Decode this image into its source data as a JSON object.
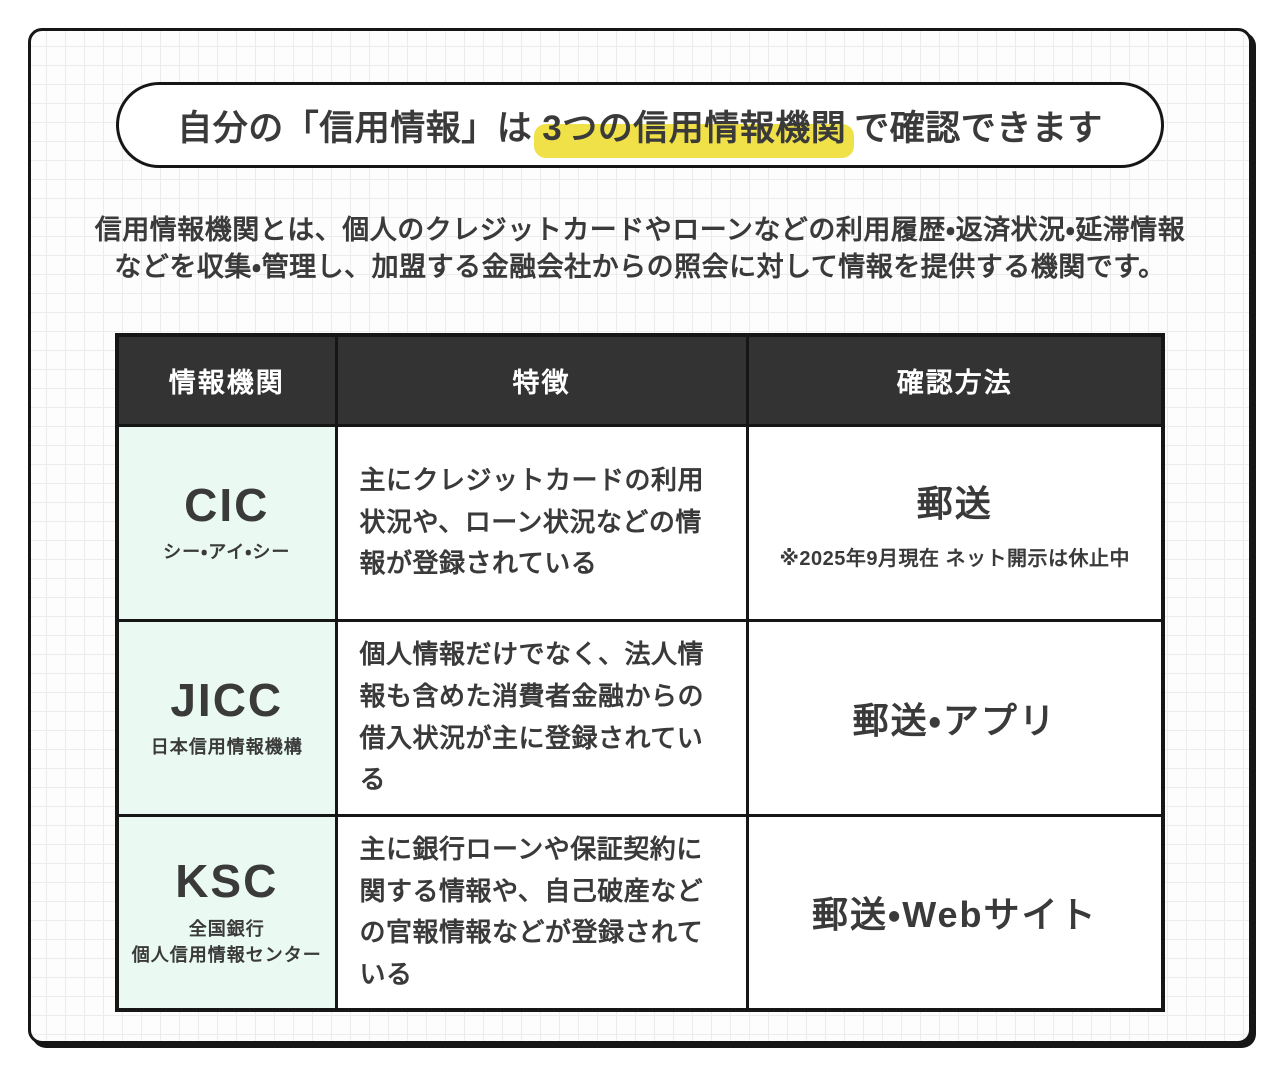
{
  "colors": {
    "highlight_yellow": "#f0e149",
    "table_header_bg": "#333333",
    "agency_cell_bg": "#eafaf3",
    "border_black": "#161616",
    "text_dark": "#3a3a3a"
  },
  "title": {
    "prefix": "自分の「信用情報」は",
    "highlight": "3つの信用情報機関",
    "suffix": "で確認できます"
  },
  "description": {
    "line1": "信用情報機関とは、個人のクレジットカードやローンなどの利用履歴・返済状況・延滞情報",
    "line2": "などを収集・管理し、加盟する金融会社からの照会に対して情報を提供する機関です。"
  },
  "table": {
    "header": {
      "agency": "情報機関",
      "feature": "特徴",
      "method": "確認方法"
    },
    "rows": [
      {
        "name": "CIC",
        "reading": "シー・アイ・シー",
        "feature": "主にクレジットカードの利用状況や、ローン状況などの情報が登録されている",
        "method": "郵送",
        "method_note": "※2025年9月現在 ネット開示は休止中"
      },
      {
        "name": "JICC",
        "reading": "日本信用情報機構",
        "feature": "個人情報だけでなく、法人情報も含めた消費者金融からの借入状況が主に登録されている",
        "method": "郵送・アプリ"
      },
      {
        "name": "KSC",
        "reading": "全国銀行\n個人信用情報センター",
        "feature": "主に銀行ローンや保証契約に関する情報や、自己破産などの官報情報などが登録されている",
        "method": "郵送・Webサイト"
      }
    ]
  }
}
